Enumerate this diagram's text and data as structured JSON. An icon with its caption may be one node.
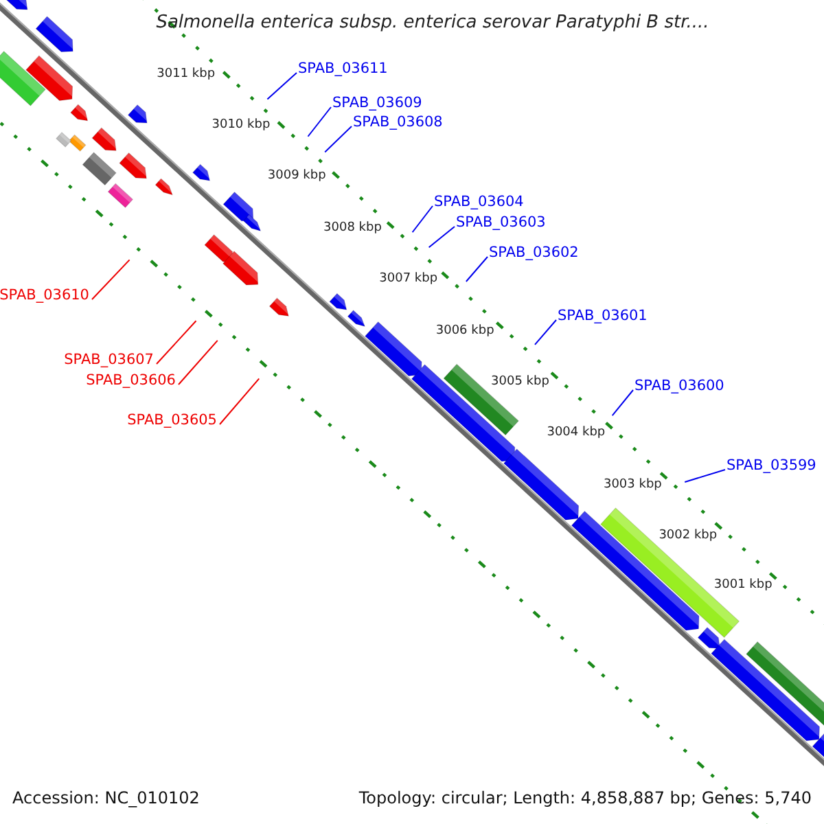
{
  "diagram": {
    "title": "Salmonella enterica subsp. enterica serovar Paratyphi B str....",
    "nodes": [
      {
        "text": [
          "SPAB_03611"
        ]
      },
      {
        "text": [
          "SPAB_03609"
        ]
      },
      {
        "text": [
          "SPAB_03608"
        ]
      },
      {
        "text": [
          "SPAB_03610"
        ]
      },
      {
        "text": [
          "SPAB_03604"
        ]
      },
      {
        "text": [
          "SPAB_03603"
        ]
      },
      {
        "text": [
          "SPAB_03602"
        ]
      },
      {
        "text": [
          "SPAB_03607"
        ]
      },
      {
        "text": [
          "SPAB_03606"
        ]
      },
      {
        "text": [
          "SPAB_03605"
        ]
      },
      {
        "text": [
          "SPAB_03601"
        ]
      },
      {
        "text": [
          "SPAB_03600"
        ]
      },
      {
        "text": [
          "SPAB_03599"
        ]
      }
    ],
    "edges": [
      {
        "from": 0,
        "to": null,
        "arrow": "none"
      },
      {
        "from": 1,
        "to": null,
        "arrow": "none"
      },
      {
        "from": 2,
        "to": null,
        "arrow": "none"
      },
      {
        "from": 3,
        "to": null,
        "arrow": "none",
        "color": "#ee0000"
      },
      {
        "from": 4,
        "to": null,
        "arrow": "none"
      },
      {
        "from": 5,
        "to": null,
        "arrow": "none"
      },
      {
        "from": 6,
        "to": null,
        "arrow": "none"
      },
      {
        "from": 7,
        "to": null,
        "arrow": "none",
        "color": "#ee0000"
      },
      {
        "from": 8,
        "to": null,
        "arrow": "none",
        "color": "#ee0000"
      },
      {
        "from": 9,
        "to": null,
        "arrow": "none",
        "color": "#ee0000"
      },
      {
        "from": 10,
        "to": null,
        "arrow": "none"
      },
      {
        "from": 11,
        "to": null,
        "arrow": "none"
      },
      {
        "from": 12,
        "to": null,
        "arrow": "none"
      }
    ],
    "labels": [
      "3011 kbp",
      "3010 kbp",
      "3009 kbp",
      "3008 kbp",
      "3007 kbp",
      "3006 kbp",
      "3005 kbp",
      "3004 kbp",
      "3003 kbp",
      "3002 kbp",
      "3001 kbp",
      "Accession: NC_010102",
      "Topology: circular; Length: 4,858,887 bp; Genes: 5,740"
    ]
  }
}
